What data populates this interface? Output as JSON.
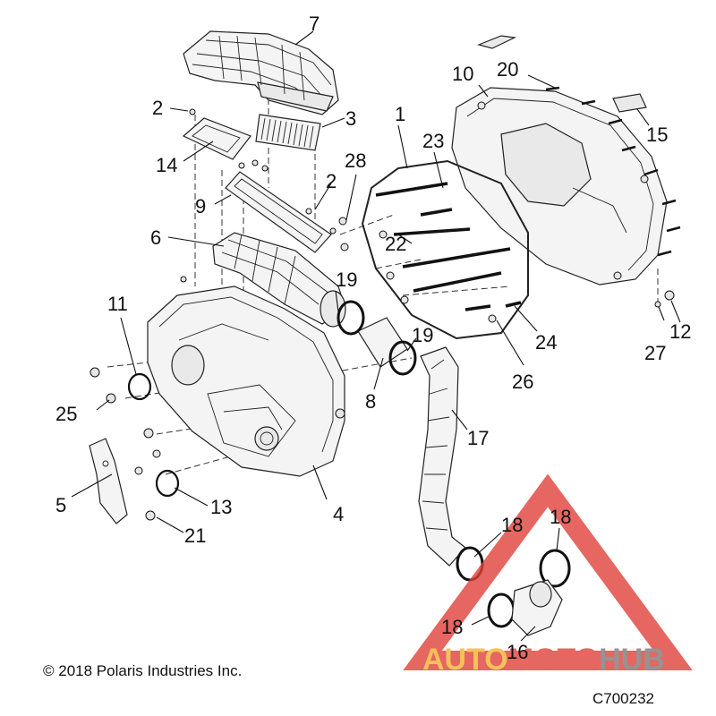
{
  "diagram": {
    "copyright": "© 2018 Polaris Industries Inc.",
    "drawing_number": "C700232",
    "callouts": {
      "c1": "1",
      "c2a": "2",
      "c2b": "2",
      "c3": "3",
      "c4": "4",
      "c5": "5",
      "c6": "6",
      "c7": "7",
      "c8": "8",
      "c9": "9",
      "c10": "10",
      "c11": "11",
      "c12": "12",
      "c13": "13",
      "c14": "14",
      "c15": "15",
      "c16": "16",
      "c17": "17",
      "c18a": "18",
      "c18b": "18",
      "c18c": "18",
      "c19a": "19",
      "c19b": "19",
      "c20": "20",
      "c21": "21",
      "c22": "22",
      "c23": "23",
      "c24": "24",
      "c25": "25",
      "c26": "26",
      "c27": "27",
      "c28": "28"
    },
    "watermark": {
      "part1": "AUTO",
      "part2": "MOTO",
      "part3": "HUB",
      "color_red": "#e0403a",
      "color_orange": "#f3b233",
      "color_gray": "#7a7a7a"
    }
  }
}
